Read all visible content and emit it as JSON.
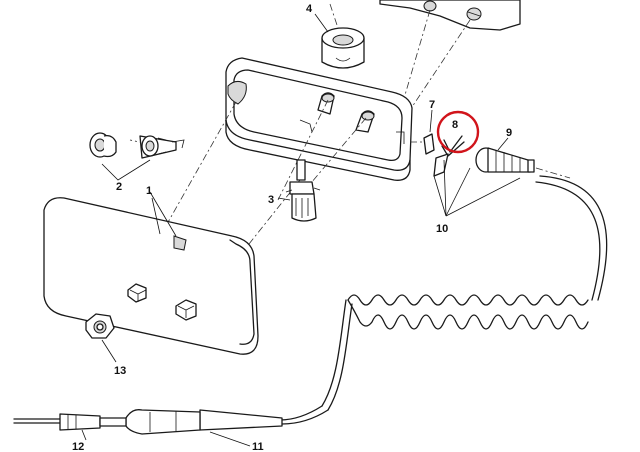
{
  "diagram": {
    "callouts": [
      {
        "id": "1",
        "text": "1"
      },
      {
        "id": "2",
        "text": "2"
      },
      {
        "id": "3",
        "text": "3"
      },
      {
        "id": "4",
        "text": "4"
      },
      {
        "id": "7",
        "text": "7"
      },
      {
        "id": "8",
        "text": "8"
      },
      {
        "id": "9",
        "text": "9"
      },
      {
        "id": "10",
        "text": "10"
      },
      {
        "id": "11",
        "text": "11"
      },
      {
        "id": "12",
        "text": "12"
      },
      {
        "id": "13",
        "text": "13"
      }
    ],
    "highlighted_callout": "8",
    "colors": {
      "line": "#1a1a1a",
      "highlight_ring": "#d1141b",
      "background": "#ffffff"
    }
  }
}
